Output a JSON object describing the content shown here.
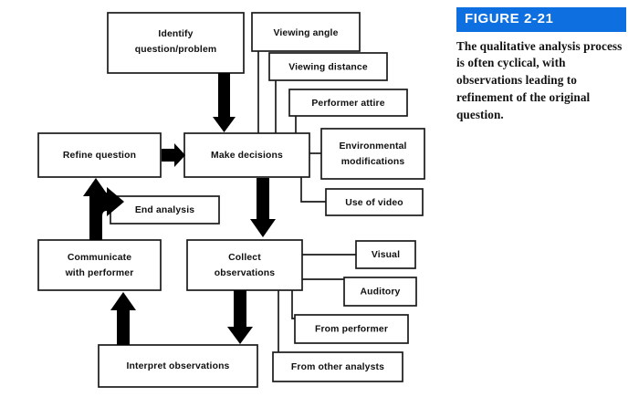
{
  "figure": {
    "bar_label": "FIGURE 2-21",
    "caption": "The qualitative analysis process is often cyclical, with observations leading to refinement of the original question.",
    "accent_color": "#0e6fe0",
    "bar_text_color": "#ffffff"
  },
  "diagram": {
    "title": "Qualitative analysis process flowchart",
    "background": "#ffffff",
    "box_stroke": "#1a1a1a",
    "arrow_fill": "#000000",
    "nodes": {
      "identify": {
        "label_line1": "Identify",
        "label_line2": "question/problem"
      },
      "viewing_angle": {
        "label": "Viewing angle"
      },
      "viewing_distance": {
        "label": "Viewing distance"
      },
      "performer_attire": {
        "label": "Performer attire"
      },
      "environmental": {
        "label_line1": "Environmental",
        "label_line2": "modifications"
      },
      "use_of_video": {
        "label": "Use of video"
      },
      "refine": {
        "label": "Refine question"
      },
      "make_decisions": {
        "label": "Make decisions"
      },
      "end_analysis": {
        "label": "End analysis"
      },
      "communicate": {
        "label_line1": "Communicate",
        "label_line2": "with performer"
      },
      "collect": {
        "label_line1": "Collect",
        "label_line2": "observations"
      },
      "visual": {
        "label": "Visual"
      },
      "auditory": {
        "label": "Auditory"
      },
      "from_performer": {
        "label": "From performer"
      },
      "from_other_analysts": {
        "label": "From other analysts"
      },
      "interpret": {
        "label": "Interpret observations"
      }
    }
  }
}
